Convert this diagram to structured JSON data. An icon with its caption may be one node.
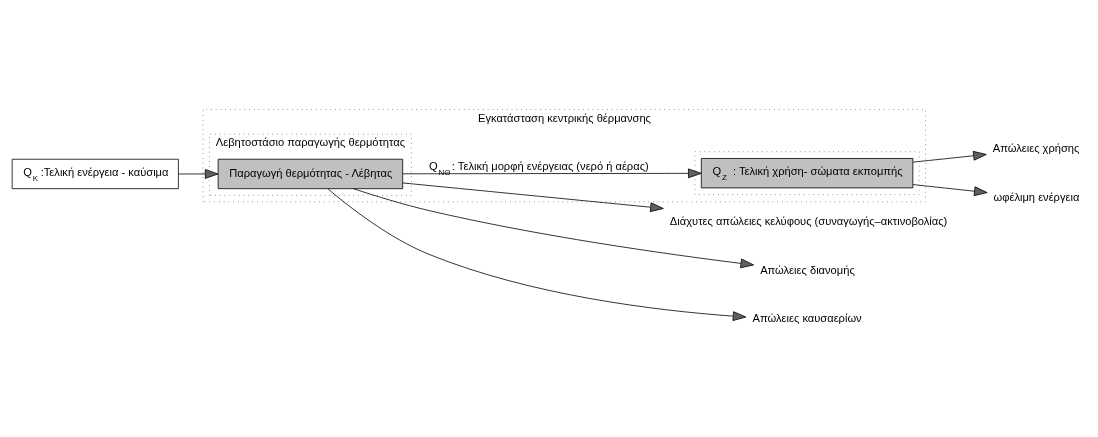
{
  "diagram": {
    "nodes": [
      {
        "text": [
          "Εγκατάσταση κεντρικής θέρμανσης"
        ]
      },
      {
        "text": [
          "Λεβητοστάσιο παραγωγής θερμότητας"
        ],
        "in": 0
      },
      {
        "text": [
          "Παραγωγή θερμότητας - Λέβητας"
        ],
        "in": 1
      },
      {
        "text": [],
        "shape": "box",
        "in": 0
      },
      {
        "text": [
          "Q$_{Κ}$:Τελική ενέργεια - καύσιμα"
        ]
      },
      {
        "text": [
          "Q$_{Z}$ : Τελική χρήση- σώματα εκπομπής"
        ],
        "in": 3
      },
      {
        "text": [
          "Διάχυτες απώλειες κελύφους (συναγωγής–ακτινοβολίας)"
        ]
      },
      {
        "text": [
          "Απώλειες διανομής"
        ]
      },
      {
        "text": [
          "Απώλειες χρήσης"
        ]
      },
      {
        "text": [
          "Απώλειες καυσαερίων"
        ]
      },
      {
        "text": [
          "ωφέλιμη ενέργεια"
        ]
      }
    ],
    "edges": [
      {
        "from": 4,
        "to": 2,
        "arrow": "to"
      },
      {
        "from": 2,
        "to": 6,
        "arrow": "to"
      },
      {
        "from": 2,
        "to": 7,
        "arrow": "to"
      },
      {
        "from": 2,
        "to": 9,
        "arrow": "to"
      },
      {
        "from": 2,
        "to": 5,
        "arrow": "to",
        "label": "Q$_{NΘ}$: Τελική μορφή ενέργειας (νερό ή αέρας)"
      },
      {
        "from": 5,
        "to": 8,
        "arrow": "to"
      },
      {
        "from": 5,
        "to": 10,
        "arrow": "to"
      }
    ]
  }
}
